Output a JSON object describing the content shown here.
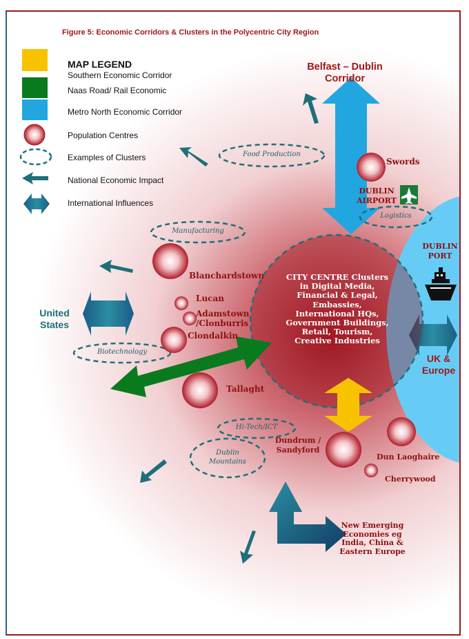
{
  "figure_title": "Figure 5: Economic Corridors & Clusters in the Polycentric City Region",
  "legend": {
    "title": "MAP LEGEND",
    "items": [
      {
        "label": "Southern Economic Corridor",
        "color": "#f7c300"
      },
      {
        "label": "Naas Road/ Rail Economic",
        "color": "#0a7a1f"
      },
      {
        "label": "Metro North Economic Corridor",
        "color": "#22a6e0"
      },
      {
        "label": "Population Centres"
      },
      {
        "label": "Examples of Clusters"
      },
      {
        "label": "National Economic Impact"
      },
      {
        "label": "International Influences"
      }
    ]
  },
  "corridor_label": "Belfast – Dublin Corridor",
  "places": {
    "swords": "Swords",
    "dublin_airport": "DUBLIN AIRPORT",
    "dublin_port": "DUBLIN PORT",
    "blanchardstown": "Blanchardstown",
    "lucan": "Lucan",
    "adamstown": "Adamstown /Clonburris",
    "clondalkin": "Clondalkin",
    "tallaght": "Tallaght",
    "dundrum": "Dundrum / Sandyford",
    "dun_laoghaire": "Dun Laoghaire",
    "cherrywood": "Cherrywood",
    "united_states": "United States",
    "uk_europe": "UK & Europe",
    "emerging": "New Emerging Economies eg India, China & Eastern Europe"
  },
  "city_centre": "CITY CENTRE Clusters in Digital Media, Financial & Legal, Embassies, International HQs, Government Buildings, Retail, Tourism, Creative Industries",
  "clusters": {
    "food": "Food Production",
    "logistics": "Logistics",
    "manufacturing": "Manufacturing",
    "biotech": "Biotechnology",
    "hitech": "Hi-Tech/ICT",
    "mountains": "Dublin Mountains"
  },
  "colors": {
    "southern": "#f7c300",
    "naas": "#0a7a1f",
    "metro": "#22a6e0",
    "sea": "#66ccf5",
    "teal": "#1f6f7a",
    "population": "#b81c2a"
  }
}
